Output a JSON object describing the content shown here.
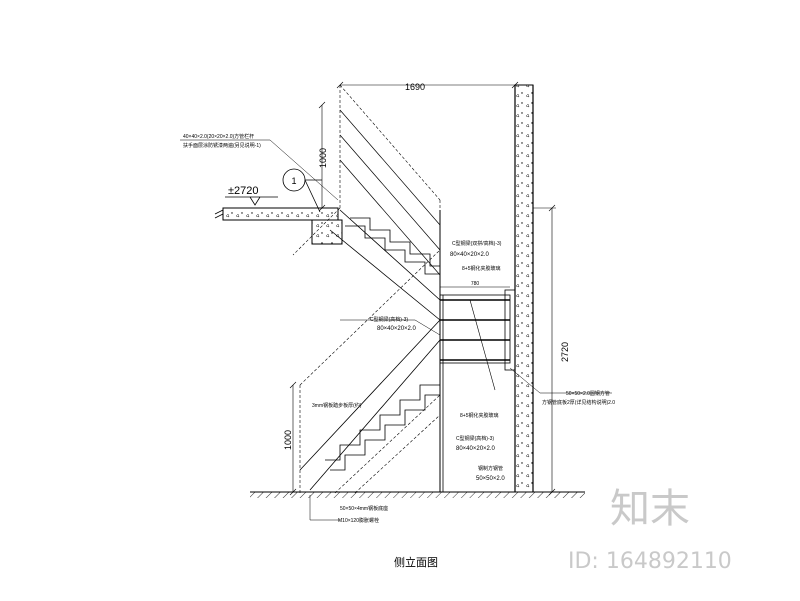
{
  "drawing": {
    "title": "侧立面图",
    "dimensions": {
      "top_width": "1690",
      "upper_rail_height": "1000",
      "total_height": "2720",
      "lower_rail_height": "1000",
      "landing_depth": "780"
    },
    "elevation_label": "±2720",
    "axis_marker": "1",
    "notes": {
      "top_left_1": "40×40×2.0(20×20×2.0)方管栏杆",
      "top_left_2": "扶手面层涂防锈漆两遍(另见说明-1)",
      "beam_upper_1": "C型钢梁(双拼/高档)-3)",
      "beam_upper_2": "80×40×20×2.0",
      "beam_upper_3": "8+5钢化夹胶玻璃",
      "beam_middle_1": "C型钢梁(高档)-3)",
      "beam_middle_2": "80×40×20×2.0",
      "stair_tread": "3mm钢板踏步板厚(约)",
      "right_col_1": "50×50×2.0圆钢方管",
      "right_col_2": "方钢管底板2厚(详见结构说明)2.0",
      "beam_lower_1": "8+5钢化夹胶玻璃",
      "beam_lower_2": "C型钢梁(高档)-3)",
      "beam_lower_3": "80×40×20×2.0",
      "post_1": "钢制方钢管",
      "post_2": "50×50×2.0",
      "base_1": "50×50×4mm钢板底座",
      "base_2": "M10×120膨胀螺栓"
    }
  },
  "watermark": {
    "logo": "知末",
    "id": "ID: 164892110"
  }
}
